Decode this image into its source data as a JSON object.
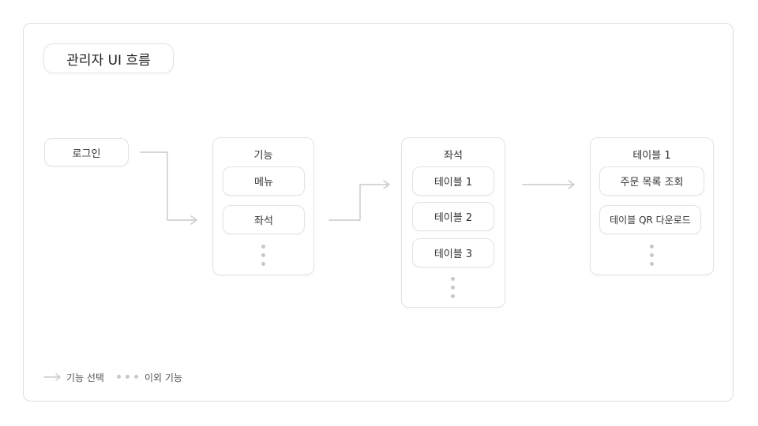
{
  "diagram": {
    "title": "관리자 UI 흐름",
    "login": {
      "label": "로그인"
    },
    "features": {
      "title": "기능",
      "items": [
        "메뉴",
        "좌석"
      ]
    },
    "seats": {
      "title": "좌석",
      "items": [
        "테이블 1",
        "테이블 2",
        "테이블 3"
      ]
    },
    "table1": {
      "title": "테이블 1",
      "items": [
        "주문 목록 조회",
        "테이블 QR 다운로드"
      ]
    }
  },
  "legend": {
    "arrow_label": "기능 선택",
    "dots_label": "이외 기능"
  },
  "colors": {
    "border": "#e3e3e3",
    "connector": "#c9c9c9",
    "dot": "#c8c8c8"
  }
}
